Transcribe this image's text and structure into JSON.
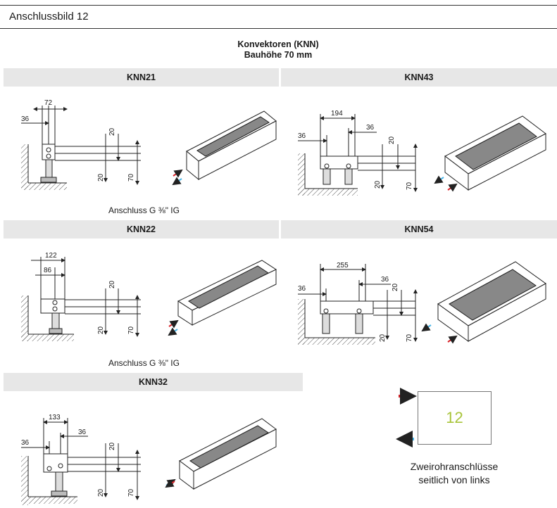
{
  "title": "Anschlussbild 12",
  "header": {
    "line1": "Konvektoren (KNN)",
    "line2": "Bauhöhe 70 mm"
  },
  "panels": [
    {
      "id": "KNN21",
      "label": "KNN21",
      "caption": "Anschluss G ⅜\" IG",
      "dims": {
        "outer": "72",
        "inner": "36",
        "v_upper": "20",
        "v_lower": "20",
        "height": "70"
      }
    },
    {
      "id": "KNN43",
      "label": "KNN43",
      "dims": {
        "outer": "194",
        "left": "36",
        "right": "36",
        "v_upper": "20",
        "v_lower": "20",
        "height": "70"
      }
    },
    {
      "id": "KNN22",
      "label": "KNN22",
      "caption": "Anschluss G ⅜\" IG",
      "dims": {
        "outer": "122",
        "inner": "86",
        "v_upper": "20",
        "v_lower": "20",
        "height": "70"
      }
    },
    {
      "id": "KNN54",
      "label": "KNN54",
      "dims": {
        "outer": "255",
        "left": "36",
        "right": "36",
        "v_upper": "20",
        "v_lower": "20",
        "height": "70"
      }
    },
    {
      "id": "KNN32",
      "label": "KNN32",
      "dims": {
        "outer": "133",
        "left": "36",
        "right": "36",
        "v_upper": "20",
        "v_lower": "20",
        "height": "70"
      }
    }
  ],
  "legend": {
    "number": "12",
    "line1": "Zweirohranschlüsse",
    "line2": "seitlich von links",
    "supply_color": "#d9252b",
    "return_color": "#46b4e6",
    "number_color": "#a8c43a"
  }
}
